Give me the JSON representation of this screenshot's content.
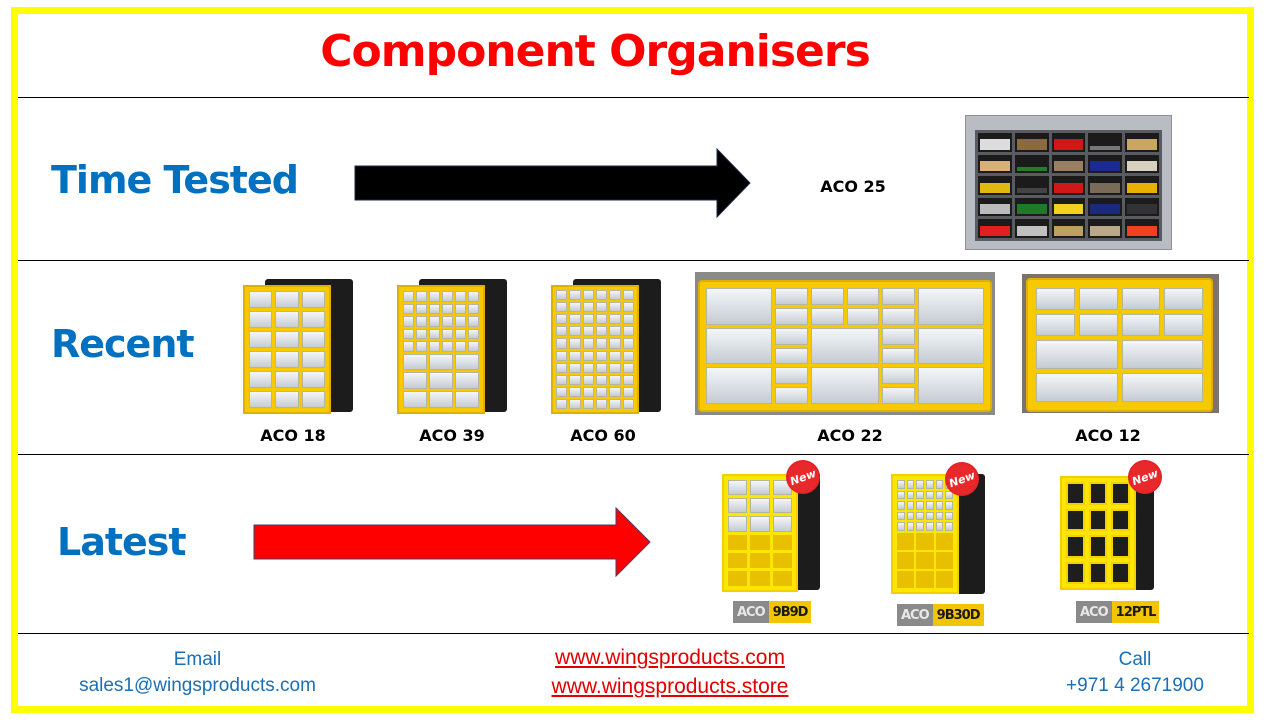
{
  "title": "Component Organisers",
  "colors": {
    "border": "#ffff00",
    "title": "#ff0000",
    "section_label": "#0070c0",
    "arrow_time_tested": "#000000",
    "arrow_latest": "#ff0000",
    "footer_text": "#1a6fb5",
    "footer_link": "#e00000"
  },
  "sections": {
    "time_tested": {
      "label": "Time Tested",
      "arrow": "arrow-right-icon",
      "products": [
        {
          "name": "ACO 25"
        }
      ]
    },
    "recent": {
      "label": "Recent",
      "products": [
        {
          "name": "ACO 18"
        },
        {
          "name": "ACO 39"
        },
        {
          "name": "ACO 60"
        },
        {
          "name": "ACO 22"
        },
        {
          "name": "ACO 12"
        }
      ]
    },
    "latest": {
      "label": "Latest",
      "arrow": "arrow-right-icon",
      "products": [
        {
          "badge": "New",
          "prefix": "ACO",
          "code": "9B9D"
        },
        {
          "badge": "New",
          "prefix": "ACO",
          "code": "9B30D"
        },
        {
          "badge": "New",
          "prefix": "ACO",
          "code": "12PTL"
        }
      ]
    }
  },
  "footer": {
    "email_label": "Email",
    "email": "sales1@wingsproducts.com",
    "websites": [
      "www.wingsproducts.com",
      "www.wingsproducts.store"
    ],
    "call_label": "Call",
    "phone": "+971 4 2671900"
  }
}
